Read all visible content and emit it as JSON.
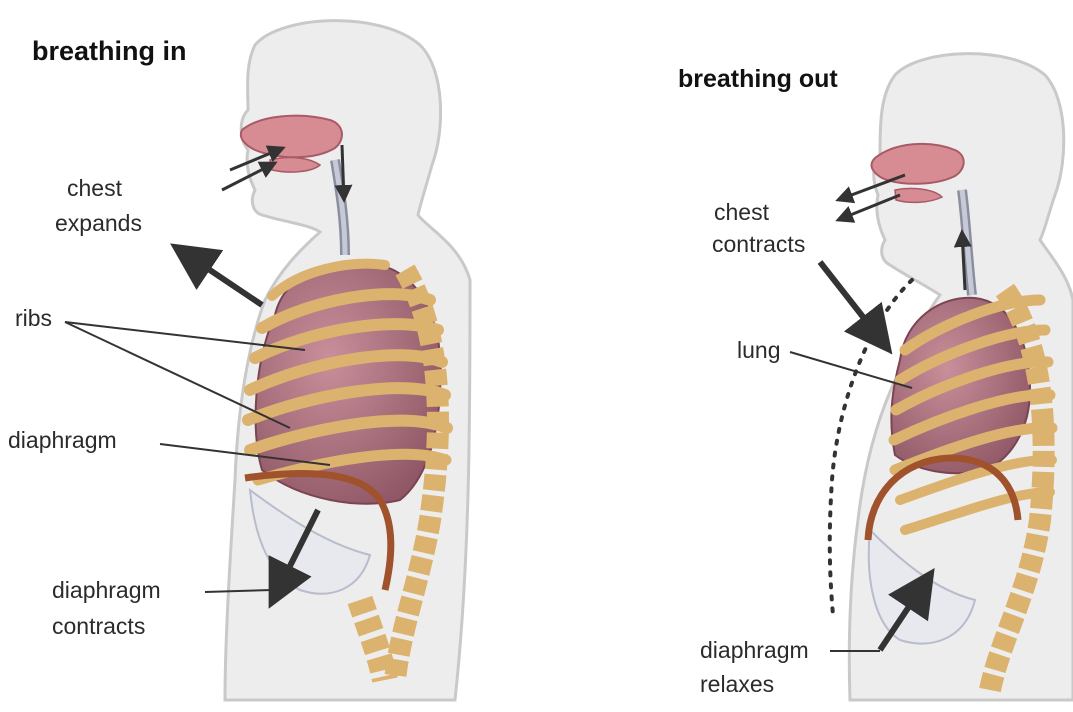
{
  "panels": {
    "in": {
      "title": "breathing in",
      "labels": {
        "chest_line1": "chest",
        "chest_line2": "expands",
        "ribs": "ribs",
        "diaphragm": "diaphragm",
        "action_line1": "diaphragm",
        "action_line2": "contracts"
      }
    },
    "out": {
      "title": "breathing out",
      "labels": {
        "chest_line1": "chest",
        "chest_line2": "contracts",
        "lung": "lung",
        "action_line1": "diaphragm",
        "action_line2": "relaxes"
      }
    }
  },
  "colors": {
    "body_fill": "#ededed",
    "body_outline": "#c9c9c9",
    "lung": "#b57a86",
    "lung_dark": "#8e5664",
    "rib": "#dcb36e",
    "rib_dark": "#b88a45",
    "diaphragm": "#a0522d",
    "arrow": "#333333"
  }
}
